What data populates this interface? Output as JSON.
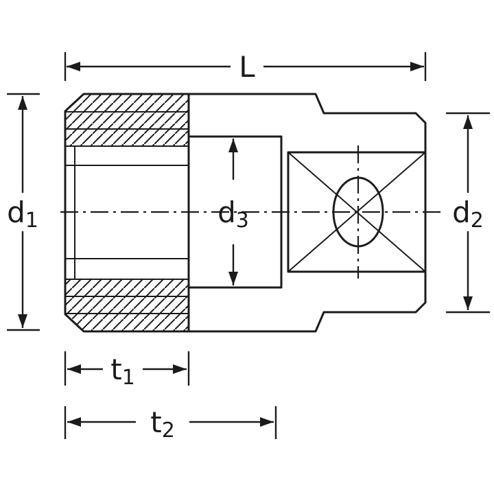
{
  "drawing": {
    "colors": {
      "ink": "#1b1b1b",
      "background": "#ffffff"
    },
    "labels": {
      "L": {
        "main": "L",
        "sub": ""
      },
      "d1": {
        "main": "d",
        "sub": "1"
      },
      "d2": {
        "main": "d",
        "sub": "2"
      },
      "d3": {
        "main": "d",
        "sub": "3"
      },
      "t1": {
        "main": "t",
        "sub": "1"
      },
      "t2": {
        "main": "t",
        "sub": "2"
      }
    }
  }
}
